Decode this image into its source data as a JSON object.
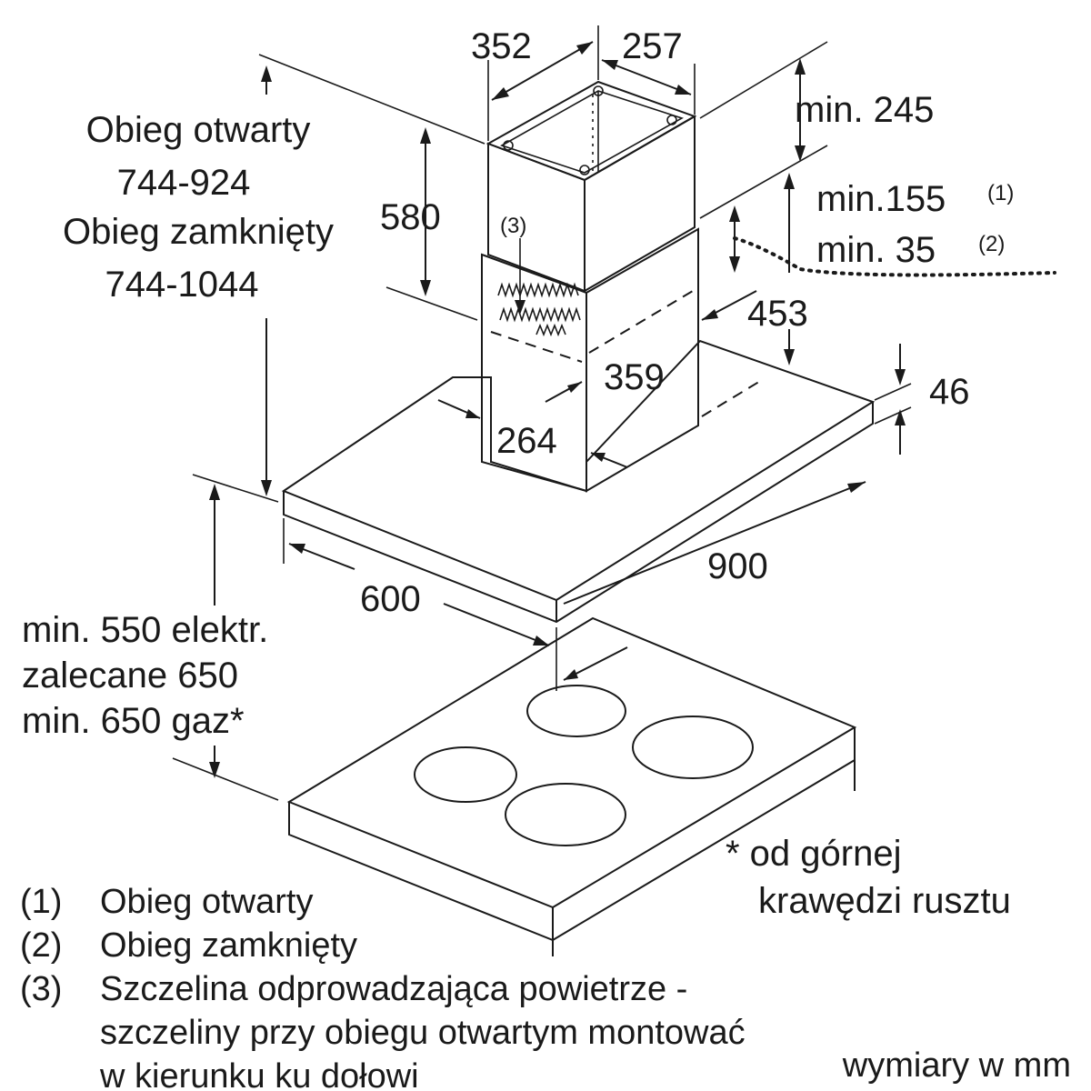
{
  "dimensions": {
    "chimney_width": "352",
    "chimney_depth": "257",
    "chimney_upper_height": "580",
    "clearance_top": "min. 245",
    "clearance_open": "min.155",
    "clearance_open_ref": "(1)",
    "clearance_closed": "min. 35",
    "clearance_closed_ref": "(2)",
    "chimney_lower_height": "453",
    "chimney_lower_depth": "359",
    "chimney_lower_width": "264",
    "canopy_thickness": "46",
    "canopy_width": "900",
    "canopy_depth": "600"
  },
  "height_ranges": {
    "open_label": "Obieg otwarty",
    "open_range": "744-924",
    "closed_label": "Obieg zamknięty",
    "closed_range": "744-1044"
  },
  "min_distance": {
    "line1": "min. 550 elektr.",
    "line2": "zalecane 650",
    "line3": "min. 650 gaz*"
  },
  "slot_marker": "(3)",
  "footnote": {
    "line1": "* od górnej",
    "line2": "krawędzi rusztu"
  },
  "legend": [
    {
      "num": "(1)",
      "text": "Obieg otwarty"
    },
    {
      "num": "(2)",
      "text": "Obieg zamknięty"
    },
    {
      "num": "(3)",
      "text": "Szczelina odprowadzająca powietrze -"
    }
  ],
  "legend_continuation": [
    "szczeliny przy obiegu otwartym montować",
    "w kierunku ku dołowi"
  ],
  "units_note": "wymiary w mm"
}
